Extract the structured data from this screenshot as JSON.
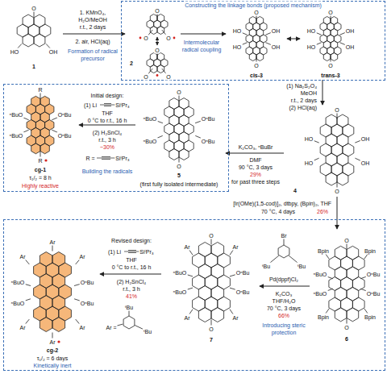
{
  "diagram": {
    "nodes": [
      {
        "text": [
          "1"
        ]
      },
      {
        "text": [
          "Constructing the linkage bonds (proposed mechanism)"
        ]
      },
      {
        "text": [
          "2"
        ],
        "in": 1
      },
      {
        "text": [
          "cis-3"
        ],
        "in": 1
      },
      {
        "text": [
          "trans-3"
        ],
        "in": 1
      },
      {
        "text": [
          "4"
        ]
      },
      {
        "text": [
          "Initial design:"
        ]
      },
      {
        "text": [
          "cg-1",
          "τ₁/₂ = 8 h",
          "Highly reactive"
        ],
        "in": 6
      },
      {
        "text": [
          "5",
          "(first fully isolated intermediate)"
        ],
        "in": 6
      },
      {
        "text": [
          "Revised design:"
        ]
      },
      {
        "text": [
          "cg-2",
          "τ₁/₂ = 6 days",
          "Kinetically inert"
        ],
        "in": 9
      },
      {
        "text": [
          "7"
        ],
        "in": 9
      },
      {
        "text": [
          "6"
        ],
        "in": 9
      }
    ],
    "edges": [
      {
        "from": 0,
        "to": 2,
        "arrow": "to"
      },
      {
        "from": 2,
        "to": 3,
        "arrow": "to"
      },
      {
        "from": 3,
        "to": 4,
        "arrow": "both"
      },
      {
        "from": 4,
        "to": 5,
        "arrow": "to"
      },
      {
        "from": 5,
        "to": 8,
        "arrow": "to"
      },
      {
        "from": 5,
        "to": 12,
        "arrow": "to"
      },
      {
        "from": 8,
        "to": 7,
        "arrow": "to"
      },
      {
        "from": 12,
        "to": 11,
        "arrow": "to"
      },
      {
        "from": 11,
        "to": 10,
        "arrow": "to"
      }
    ],
    "labels": [
      "O",
      "HO",
      "OH",
      "1. KMnO₄,",
      "H₂O/MeOH",
      "r.t., 2 days",
      "2. air, HCl(aq)",
      "Formation of radical precursor",
      "O",
      "O",
      "O",
      "O",
      "O",
      "O",
      "Intermolecular radical coupling",
      "O",
      "HO",
      "HO",
      "OH",
      "OH",
      "O",
      "O",
      "HO",
      "HO",
      "OH",
      "OH",
      "O",
      "(1) Na₂S₂O₄",
      "MeOH",
      "r.t., 2 days",
      "(2) HCl(aq)",
      "O",
      "HO",
      "HO",
      "OH",
      "OH",
      "O",
      "K₂CO₃, ⁿBuBr",
      "DMF",
      "90 °C, 3 days",
      "29%",
      "for past three steps",
      "O",
      "ⁿBuO",
      "ⁿBuO",
      "OⁿBu",
      "OⁿBu",
      "O",
      "(1) Li",
      "SiⁱPr₃",
      "THF",
      "0 °C to r.t., 16 h",
      "(2) H₂SnCl₄",
      "r.t., 3 h",
      "~30%",
      "R =",
      "SiⁱPr₃",
      "Building the radicals",
      "R",
      "ⁿBuO",
      "ⁿBuO",
      "OⁿBu",
      "OⁿBu",
      "R",
      "[Ir(OMe)(1,5-cod)]₂, dtbpy, (Bpin)₂, THF",
      "70 °C, 4 days",
      "26%",
      "Ar",
      "Ar",
      "Ar",
      "ⁿBuO",
      "ⁿBuO",
      "OⁿBu",
      "OⁿBu",
      "Ar",
      "Ar",
      "Ar",
      "(1) Li",
      "SiⁱPr₃",
      "THF",
      "0 °C to r.t., 16 h",
      "(2) H₂SnCl₄",
      "r.t., 3 h",
      "41%",
      "Ar =",
      "ᵗBu",
      "ᵗBu",
      "O",
      "Ar",
      "Ar",
      "ⁿBuO",
      "ⁿBuO",
      "OⁿBu",
      "OⁿBu",
      "Ar",
      "Ar",
      "O",
      "Br",
      "ᵗBu",
      "ᵗBu",
      "Pd(dppf)Cl₂",
      "K₂CO₃",
      "THF/H₂O",
      "70 °C, 3 days",
      "66%",
      "Introducing steric protection",
      "O",
      "Bpin",
      "Bpin",
      "ⁿBuO",
      "ⁿBuO",
      "OⁿBu",
      "OⁿBu",
      "Bpin",
      "Bpin",
      "O"
    ]
  }
}
